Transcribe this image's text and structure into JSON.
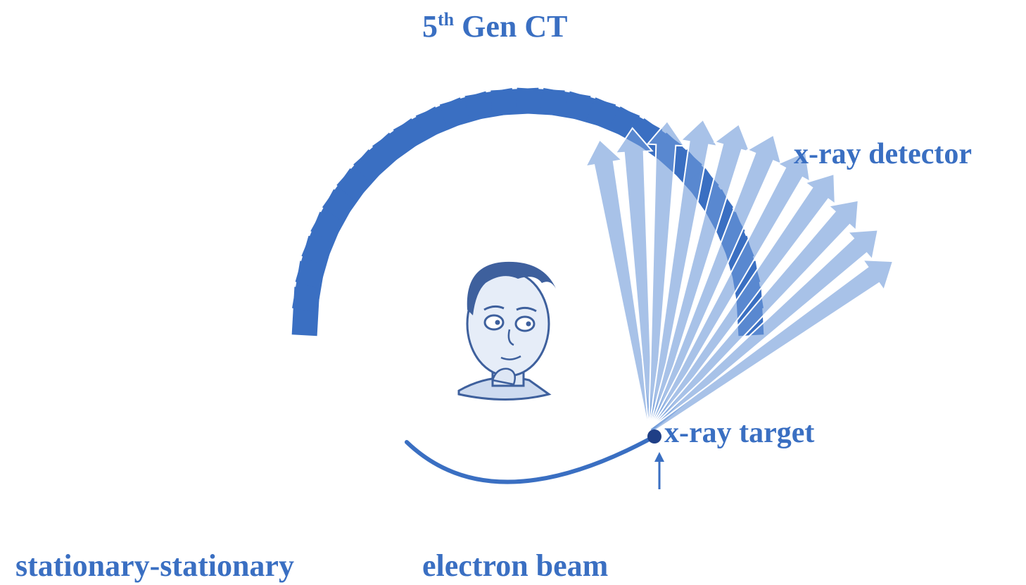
{
  "title": {
    "main": "5",
    "sup": "th",
    "rest": " Gen CT"
  },
  "labels": {
    "detector": "x-ray detector",
    "target": "x-ray target",
    "geometry": "stationary-stationary",
    "beam": "electron beam"
  },
  "colors": {
    "detector": "#3a6fc2",
    "fan": "#6e9ad8",
    "beam": "#3a6fc2",
    "text": "#3a6fc2",
    "head": "#2a4f93"
  },
  "detector": {
    "count": 28,
    "arc_start_deg": 180,
    "arc_end_deg": 360
  },
  "fan": {
    "count": 11
  },
  "icons": {
    "patient": "patient-head-icon",
    "target": "target-dot-icon",
    "arrow": "arrow-up-icon"
  }
}
